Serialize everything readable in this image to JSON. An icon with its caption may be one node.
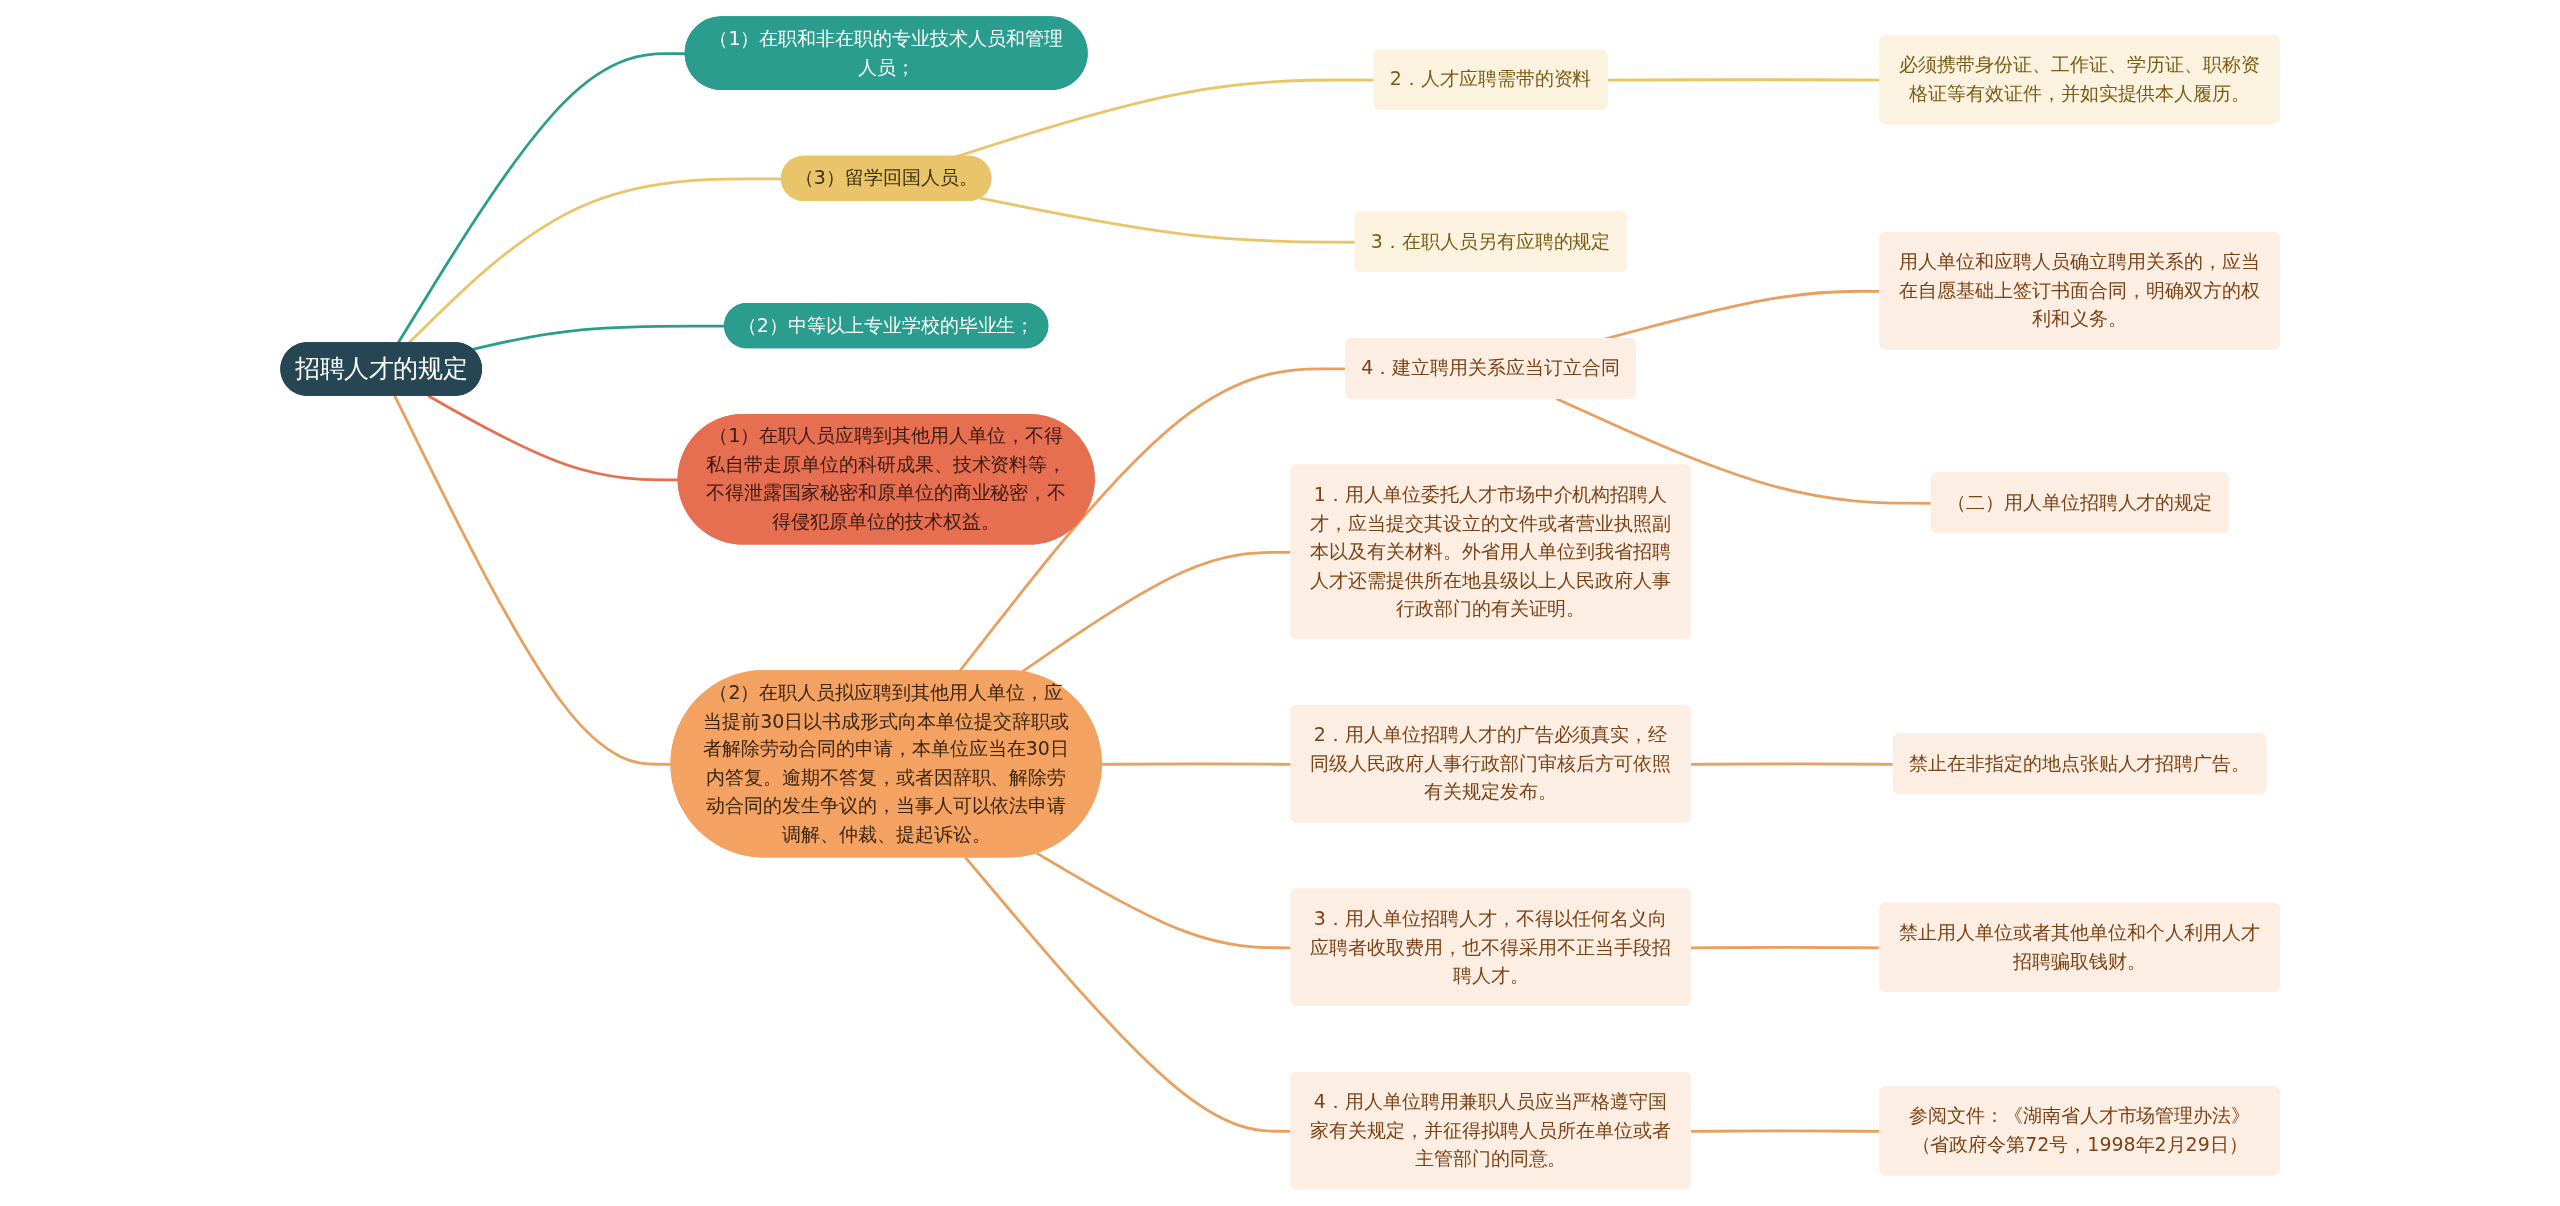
{
  "diagram": {
    "nodes": [
      {
        "text": [
          "招聘人才的规定"
        ]
      },
      {
        "text": [
          "（1）在职和非在职的专业技术人员和管理人员；"
        ]
      },
      {
        "text": [
          "（3）留学回国人员。"
        ]
      },
      {
        "text": [
          "2．人才应聘需带的资料"
        ]
      },
      {
        "text": [
          "必须携带身份证、工作证、学历证、职称资格证等有效证件，并如实提供本人履历。"
        ]
      },
      {
        "text": [
          "3．在职人员另有应聘的规定"
        ]
      },
      {
        "text": [
          "（2）中等以上专业学校的毕业生；"
        ]
      },
      {
        "text": [
          "（1）在职人员应聘到其他用人单位，不得私自带走原单位的科研成果、技术资料等，不得泄露国家秘密和原单位的商业秘密，不得侵犯原单位的技术权益。"
        ]
      },
      {
        "text": [
          "（2）在职人员拟应聘到其他用人单位，应当提前30日以书成形式向本单位提交辞职或者解除劳动合同的申请，本单位应当在30日内答复。逾期不答复，或者因辞职、解除劳动合同的发生争议的，当事人可以依法申请调解、仲裁、提起诉讼。"
        ]
      },
      {
        "text": [
          "4．建立聘用关系应当订立合同"
        ]
      },
      {
        "text": [
          "用人单位和应聘人员确立聘用关系的，应当在自愿基础上签订书面合同，明确双方的权利和义务。"
        ]
      },
      {
        "text": [
          "（二）用人单位招聘人才的规定"
        ]
      },
      {
        "text": [
          "1．用人单位委托人才市场中介机构招聘人才，应当提交其设立的文件或者营业执照副本以及有关材料。外省用人单位到我省招聘人才还需提供所在地县级以上人民政府人事行政部门的有关证明。"
        ]
      },
      {
        "text": [
          "2．用人单位招聘人才的广告必须真实，经同级人民政府人事行政部门审核后方可依照有关规定发布。"
        ]
      },
      {
        "text": [
          "禁止在非指定的地点张贴人才招聘广告。"
        ]
      },
      {
        "text": [
          "3．用人单位招聘人才，不得以任何名义向应聘者收取费用，也不得采用不正当手段招聘人才。"
        ]
      },
      {
        "text": [
          "禁止用人单位或者其他单位和个人利用人才招聘骗取钱财。"
        ]
      },
      {
        "text": [
          "4．用人单位聘用兼职人员应当严格遵守国家有关规定，并征得拟聘人员所在单位或者主管部门的同意。"
        ]
      },
      {
        "text": [
          "参阅文件：《湖南省人才市场管理办法》（省政府令第72号，1998年2月29日）"
        ]
      }
    ],
    "edges": [
      {
        "from": 0,
        "to": 1,
        "arrow": "none",
        "color": "#2a9d8f"
      },
      {
        "from": 0,
        "to": 2,
        "arrow": "none",
        "color": "#e9c46a"
      },
      {
        "from": 2,
        "to": 3,
        "arrow": "none",
        "color": "#e9c46a"
      },
      {
        "from": 3,
        "to": 4,
        "arrow": "none",
        "color": "#e9c46a"
      },
      {
        "from": 2,
        "to": 5,
        "arrow": "none",
        "color": "#e9c46a"
      },
      {
        "from": 0,
        "to": 6,
        "arrow": "none",
        "color": "#2a9d8f"
      },
      {
        "from": 0,
        "to": 7,
        "arrow": "none",
        "color": "#e76f51"
      },
      {
        "from": 0,
        "to": 8,
        "arrow": "none"
      },
      {
        "from": 8,
        "to": 9,
        "arrow": "none"
      },
      {
        "from": 9,
        "to": 10,
        "arrow": "none"
      },
      {
        "from": 9,
        "to": 11,
        "arrow": "none"
      },
      {
        "from": 8,
        "to": 12,
        "arrow": "none"
      },
      {
        "from": 8,
        "to": 13,
        "arrow": "none"
      },
      {
        "from": 13,
        "to": 14,
        "arrow": "none"
      },
      {
        "from": 8,
        "to": 15,
        "arrow": "none"
      },
      {
        "from": 15,
        "to": 16,
        "arrow": "none"
      },
      {
        "from": 8,
        "to": 17,
        "arrow": "none"
      },
      {
        "from": 17,
        "to": 18,
        "arrow": "none"
      }
    ]
  }
}
